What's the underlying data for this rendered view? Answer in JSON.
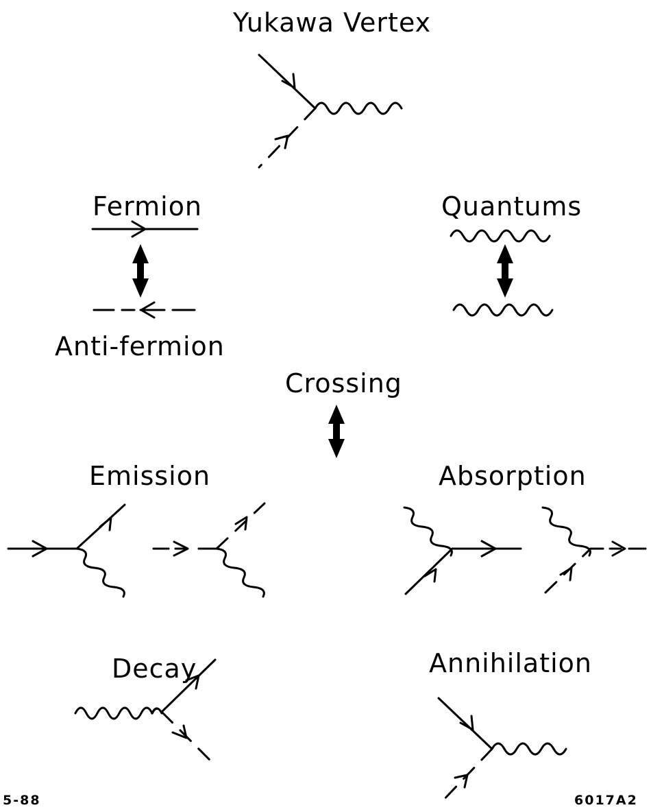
{
  "labels": {
    "title": "Yukawa Vertex",
    "fermion": "Fermion",
    "quantums": "Quantums",
    "anti_fermion": "Anti-fermion",
    "crossing": "Crossing",
    "emission": "Emission",
    "absorption": "Absorption",
    "decay": "Decay",
    "annihilation": "Annihilation"
  },
  "footer": {
    "left_code": "5-88",
    "right_code": "6017A2"
  },
  "colors": {
    "ink": "#000000",
    "background": "#ffffff"
  }
}
